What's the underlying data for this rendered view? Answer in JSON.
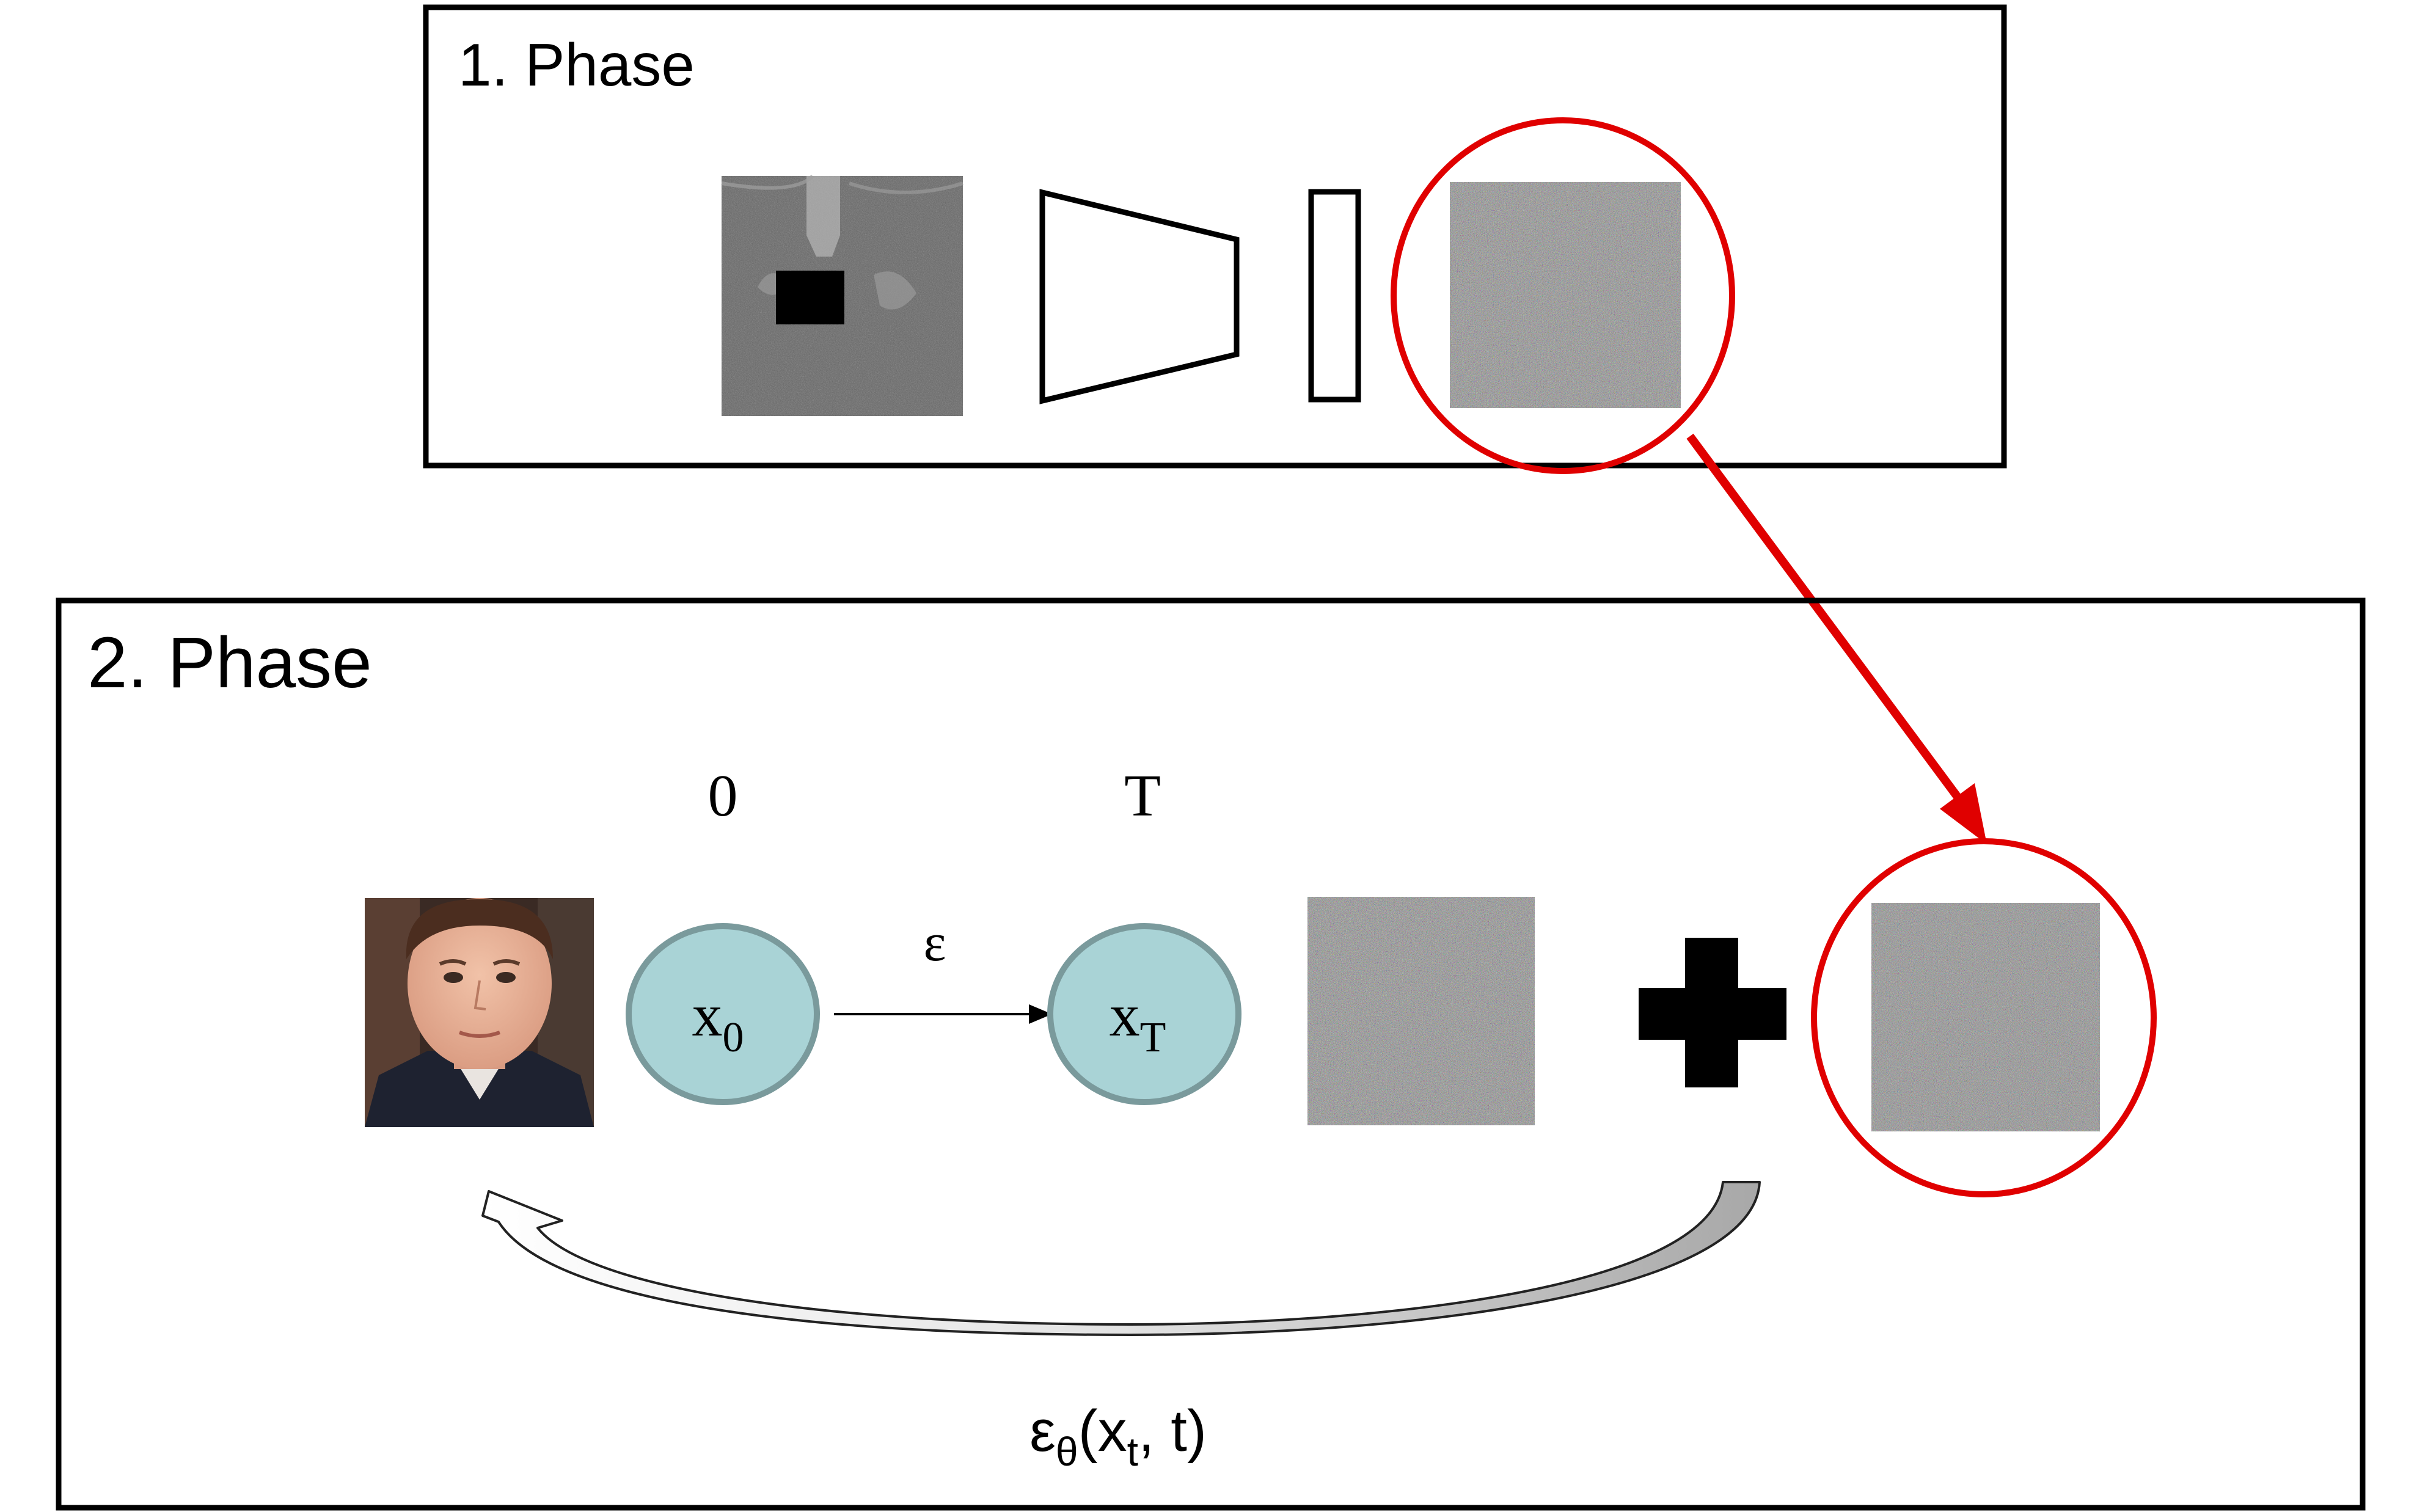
{
  "phase1": {
    "title": "1. Phase"
  },
  "phase2": {
    "title": "2. Phase",
    "step_start_label": "0",
    "step_end_label": "T",
    "noise_symbol": "ε",
    "node_x0": {
      "base": "x",
      "sub": "0"
    },
    "node_xT": {
      "base": "x",
      "sub": "T"
    },
    "model_label": {
      "eps": "ε",
      "theta": "θ",
      "open": "(x",
      "t_sub": "t",
      "close": ", t)"
    }
  },
  "colors": {
    "frame": "#000000",
    "highlight": "#e00000",
    "node_fill": "#a9d3d6",
    "node_stroke": "#7a9a9c",
    "noise_base": "#808080",
    "return_arrow_fill": "#c9c9c9"
  }
}
